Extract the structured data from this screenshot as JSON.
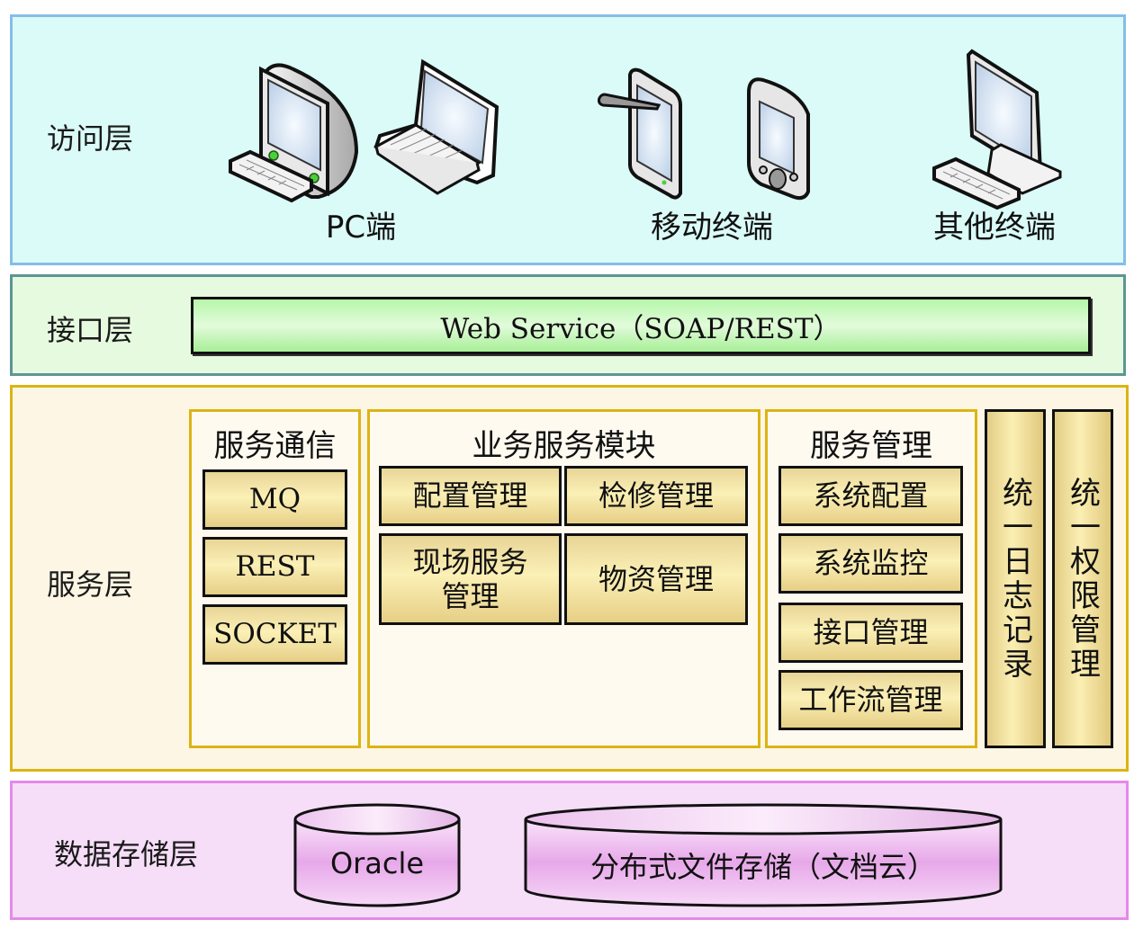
{
  "layers": {
    "access": {
      "label": "访问层",
      "devices": [
        {
          "label": "PC端",
          "icons": [
            "desktop-crt-icon",
            "laptop-icon"
          ]
        },
        {
          "label": "移动终端",
          "icons": [
            "tablet-stylus-icon",
            "pda-icon"
          ]
        },
        {
          "label": "其他终端",
          "icons": [
            "lcd-desktop-icon"
          ]
        }
      ]
    },
    "interface": {
      "label": "接口层",
      "bar_label": "Web Service（SOAP/REST）"
    },
    "service": {
      "label": "服务层",
      "communication": {
        "title": "服务通信",
        "items": [
          "MQ",
          "REST",
          "SOCKET"
        ]
      },
      "business": {
        "title": "业务服务模块",
        "items": [
          "配置管理",
          "检修管理",
          "现场服务管理",
          "物资管理"
        ],
        "item_lines": [
          [
            "配置管理"
          ],
          [
            "检修管理"
          ],
          [
            "现场服务",
            "管理"
          ],
          [
            "物资管理"
          ]
        ]
      },
      "management": {
        "title": "服务管理",
        "items": [
          "系统配置",
          "系统监控",
          "接口管理",
          "工作流管理"
        ]
      },
      "vertical": [
        "统一日志记录",
        "统一权限管理"
      ]
    },
    "storage": {
      "label": "数据存储层",
      "stores": [
        "Oracle",
        "分布式文件存储（文档云）"
      ]
    }
  },
  "colors": {
    "access_bg": "#dafbf7",
    "access_border": "#86bde8",
    "interface_bg": "#e6fae0",
    "interface_border": "#5c9694",
    "service_bg": "#fdf6e4",
    "service_border": "#dcb414",
    "storage_bg": "#f6ddf8",
    "storage_border": "#e38ae8",
    "module_fill": "#fbf0b6"
  }
}
